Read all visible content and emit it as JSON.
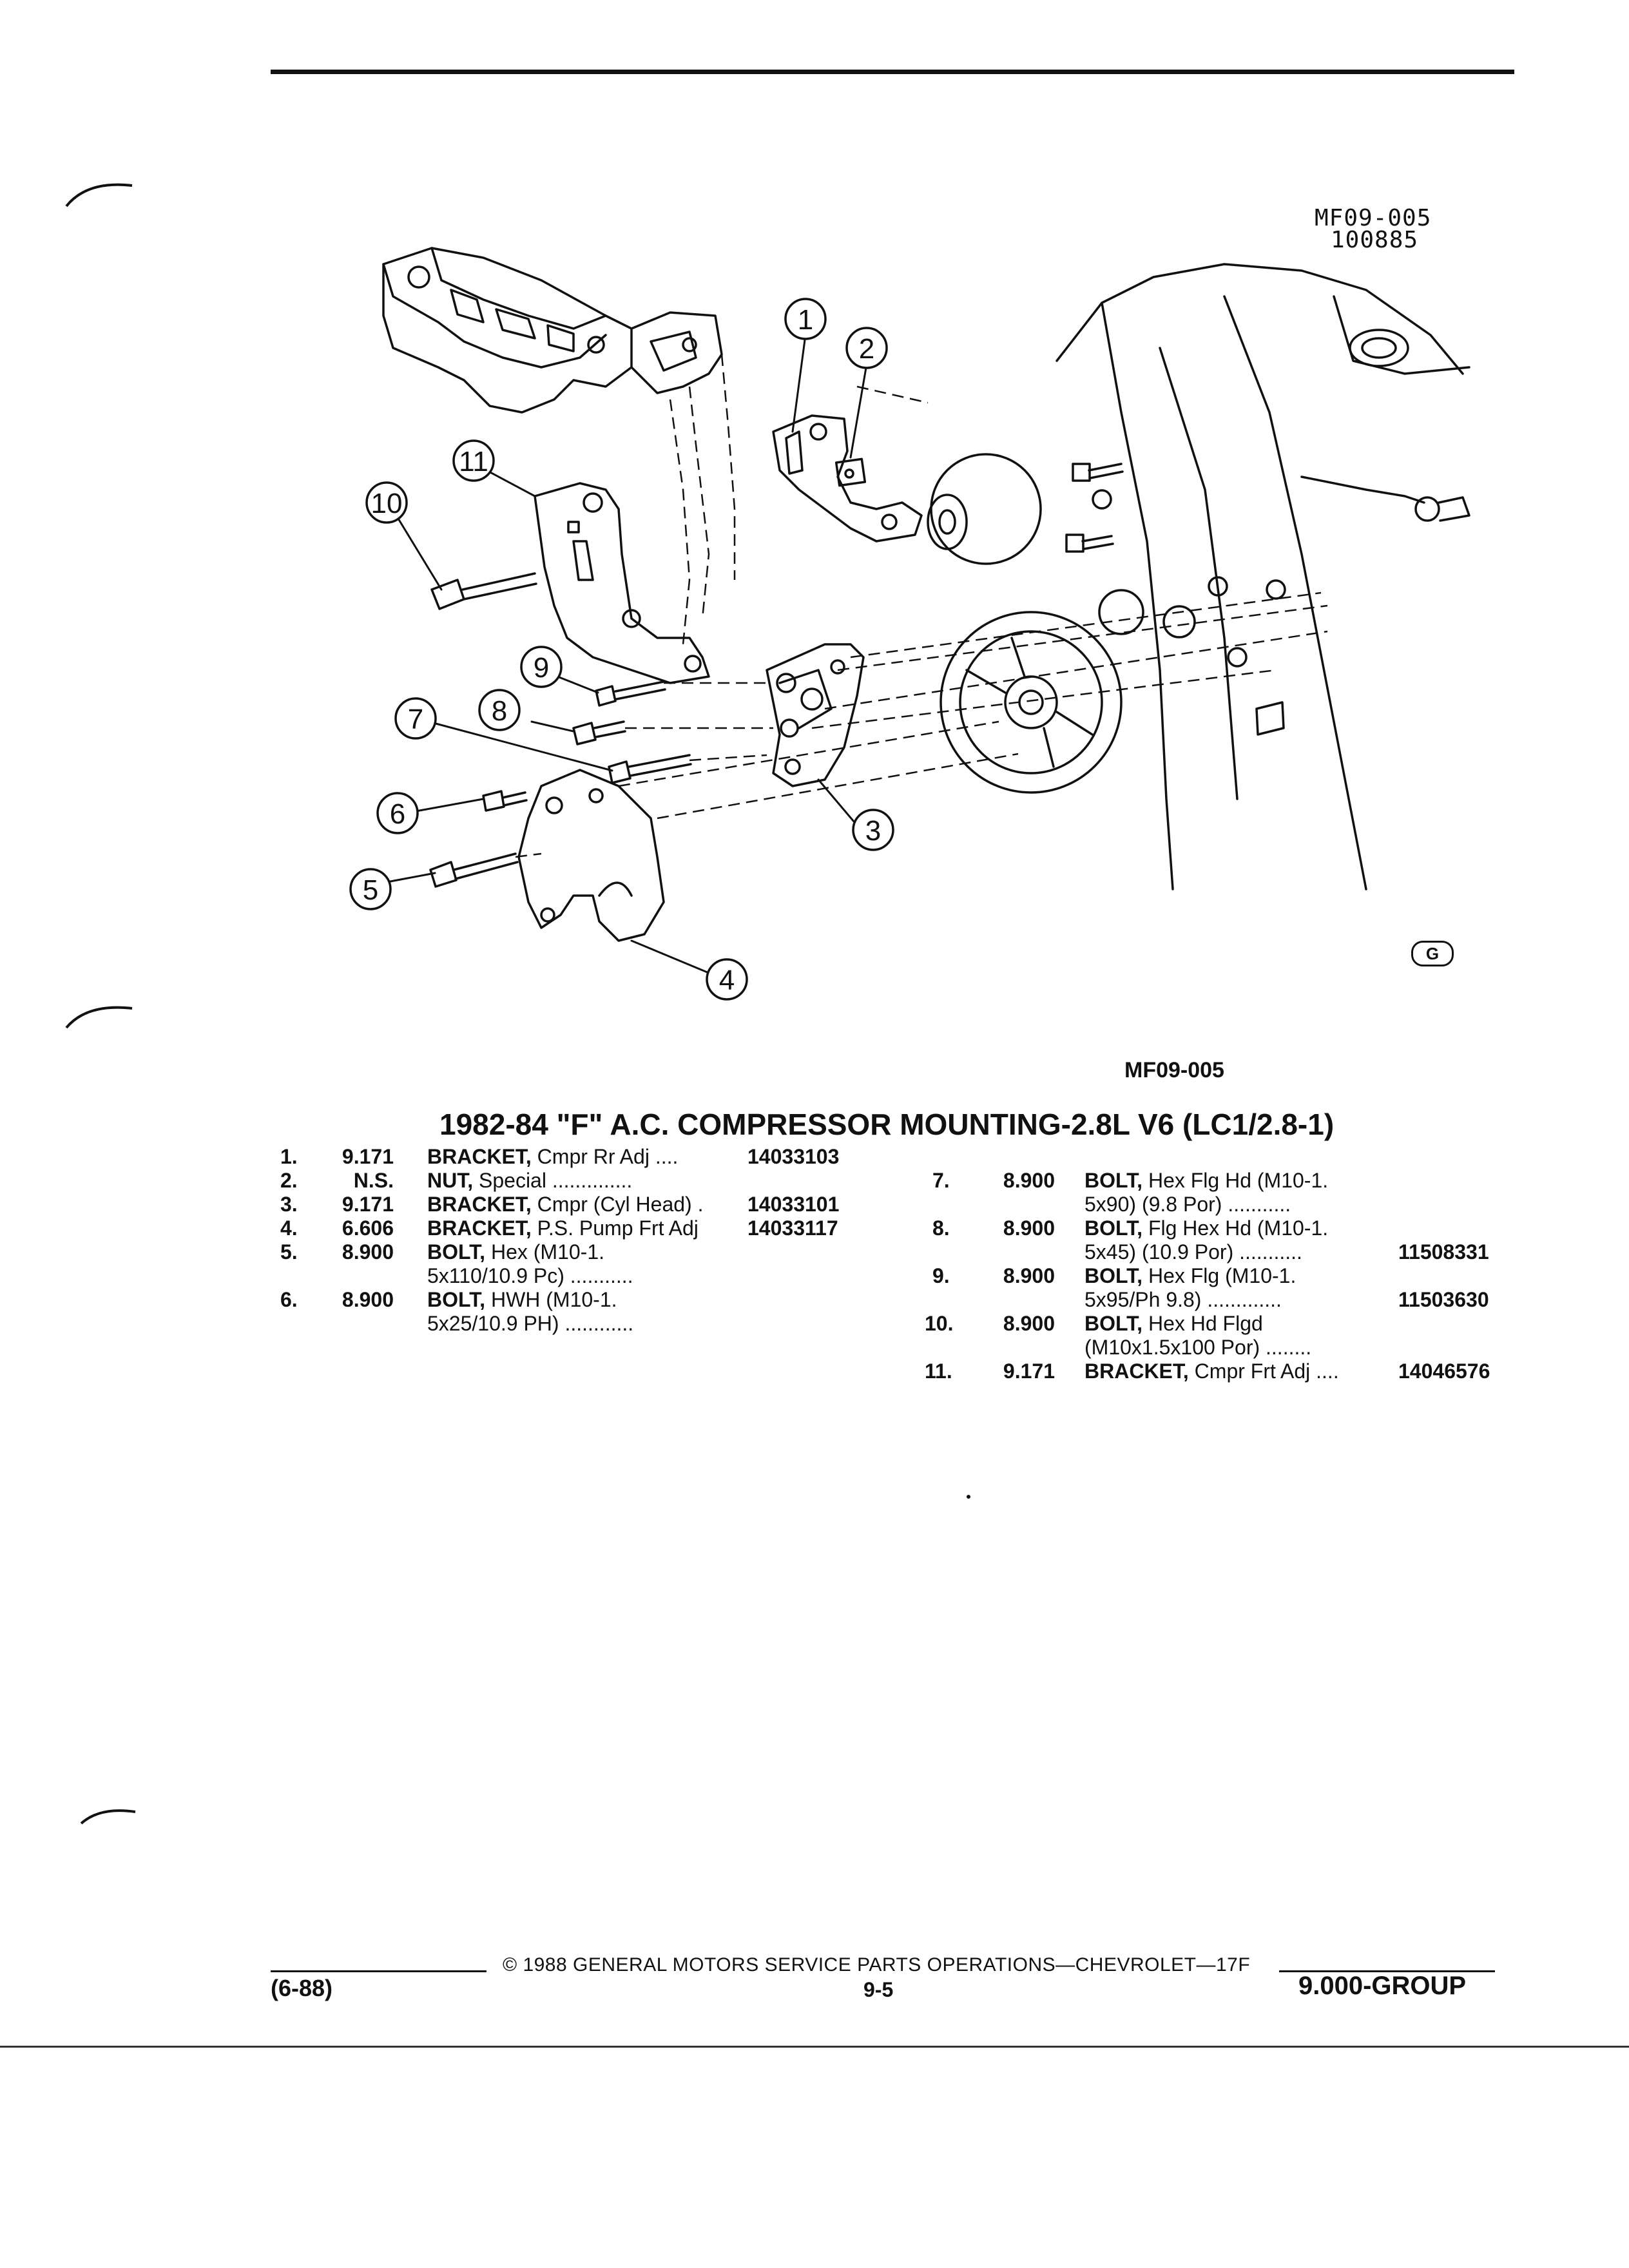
{
  "figure": {
    "code": "MF09-005",
    "date_code": "100885",
    "caption": "MF09-005",
    "corner_mark": "G",
    "callouts": [
      "1",
      "2",
      "3",
      "4",
      "5",
      "6",
      "7",
      "8",
      "9",
      "10",
      "11"
    ]
  },
  "title": "1982-84 \"F\" A.C. COMPRESSOR MOUNTING-2.8L V6 (LC1/2.8-1)",
  "parts_left": [
    {
      "num": "1.",
      "group": "9.171",
      "name": "BRACKET,",
      "desc": "Cmpr Rr Adj",
      "dots": "....",
      "part": "14033103",
      "cont": ""
    },
    {
      "num": "2.",
      "group": "N.S.",
      "name": "NUT,",
      "desc": "Special",
      "dots": "..............",
      "part": "",
      "cont": ""
    },
    {
      "num": "3.",
      "group": "9.171",
      "name": "BRACKET,",
      "desc": "Cmpr (Cyl Head)",
      "dots": ".",
      "part": "14033101",
      "cont": ""
    },
    {
      "num": "4.",
      "group": "6.606",
      "name": "BRACKET,",
      "desc": "P.S. Pump Frt Adj",
      "dots": "",
      "part": "14033117",
      "cont": ""
    },
    {
      "num": "5.",
      "group": "8.900",
      "name": "BOLT,",
      "desc": "Hex (M10-1.",
      "dots": "",
      "part": "",
      "cont": "5x110/10.9 Pc) ..........."
    },
    {
      "num": "6.",
      "group": "8.900",
      "name": "BOLT,",
      "desc": "HWH (M10-1.",
      "dots": "",
      "part": "",
      "cont": "5x25/10.9 PH) ............"
    }
  ],
  "parts_right": [
    {
      "num": "7.",
      "group": "8.900",
      "name": "BOLT,",
      "desc": "Hex Flg Hd (M10-1.",
      "cont": "5x90) (9.8 Por) ...........",
      "part": ""
    },
    {
      "num": "8.",
      "group": "8.900",
      "name": "BOLT,",
      "desc": "Flg Hex Hd (M10-1.",
      "cont": "5x45) (10.9 Por) ...........",
      "part": "11508331"
    },
    {
      "num": "9.",
      "group": "8.900",
      "name": "BOLT,",
      "desc": "Hex Flg (M10-1.",
      "cont": "5x95/Ph 9.8) .............",
      "part": "11503630"
    },
    {
      "num": "10.",
      "group": "8.900",
      "name": "BOLT,",
      "desc": "Hex Hd Flgd",
      "cont": "(M10x1.5x100 Por) ........",
      "part": ""
    },
    {
      "num": "11.",
      "group": "9.171",
      "name": "BRACKET,",
      "desc": "Cmpr Frt Adj ....",
      "cont": "",
      "part": "14046576"
    }
  ],
  "footer": {
    "copyright": "© 1988 GENERAL MOTORS SERVICE PARTS OPERATIONS—CHEVROLET—17F",
    "date": "(6-88)",
    "page": "9-5",
    "group": "9.000-GROUP"
  }
}
